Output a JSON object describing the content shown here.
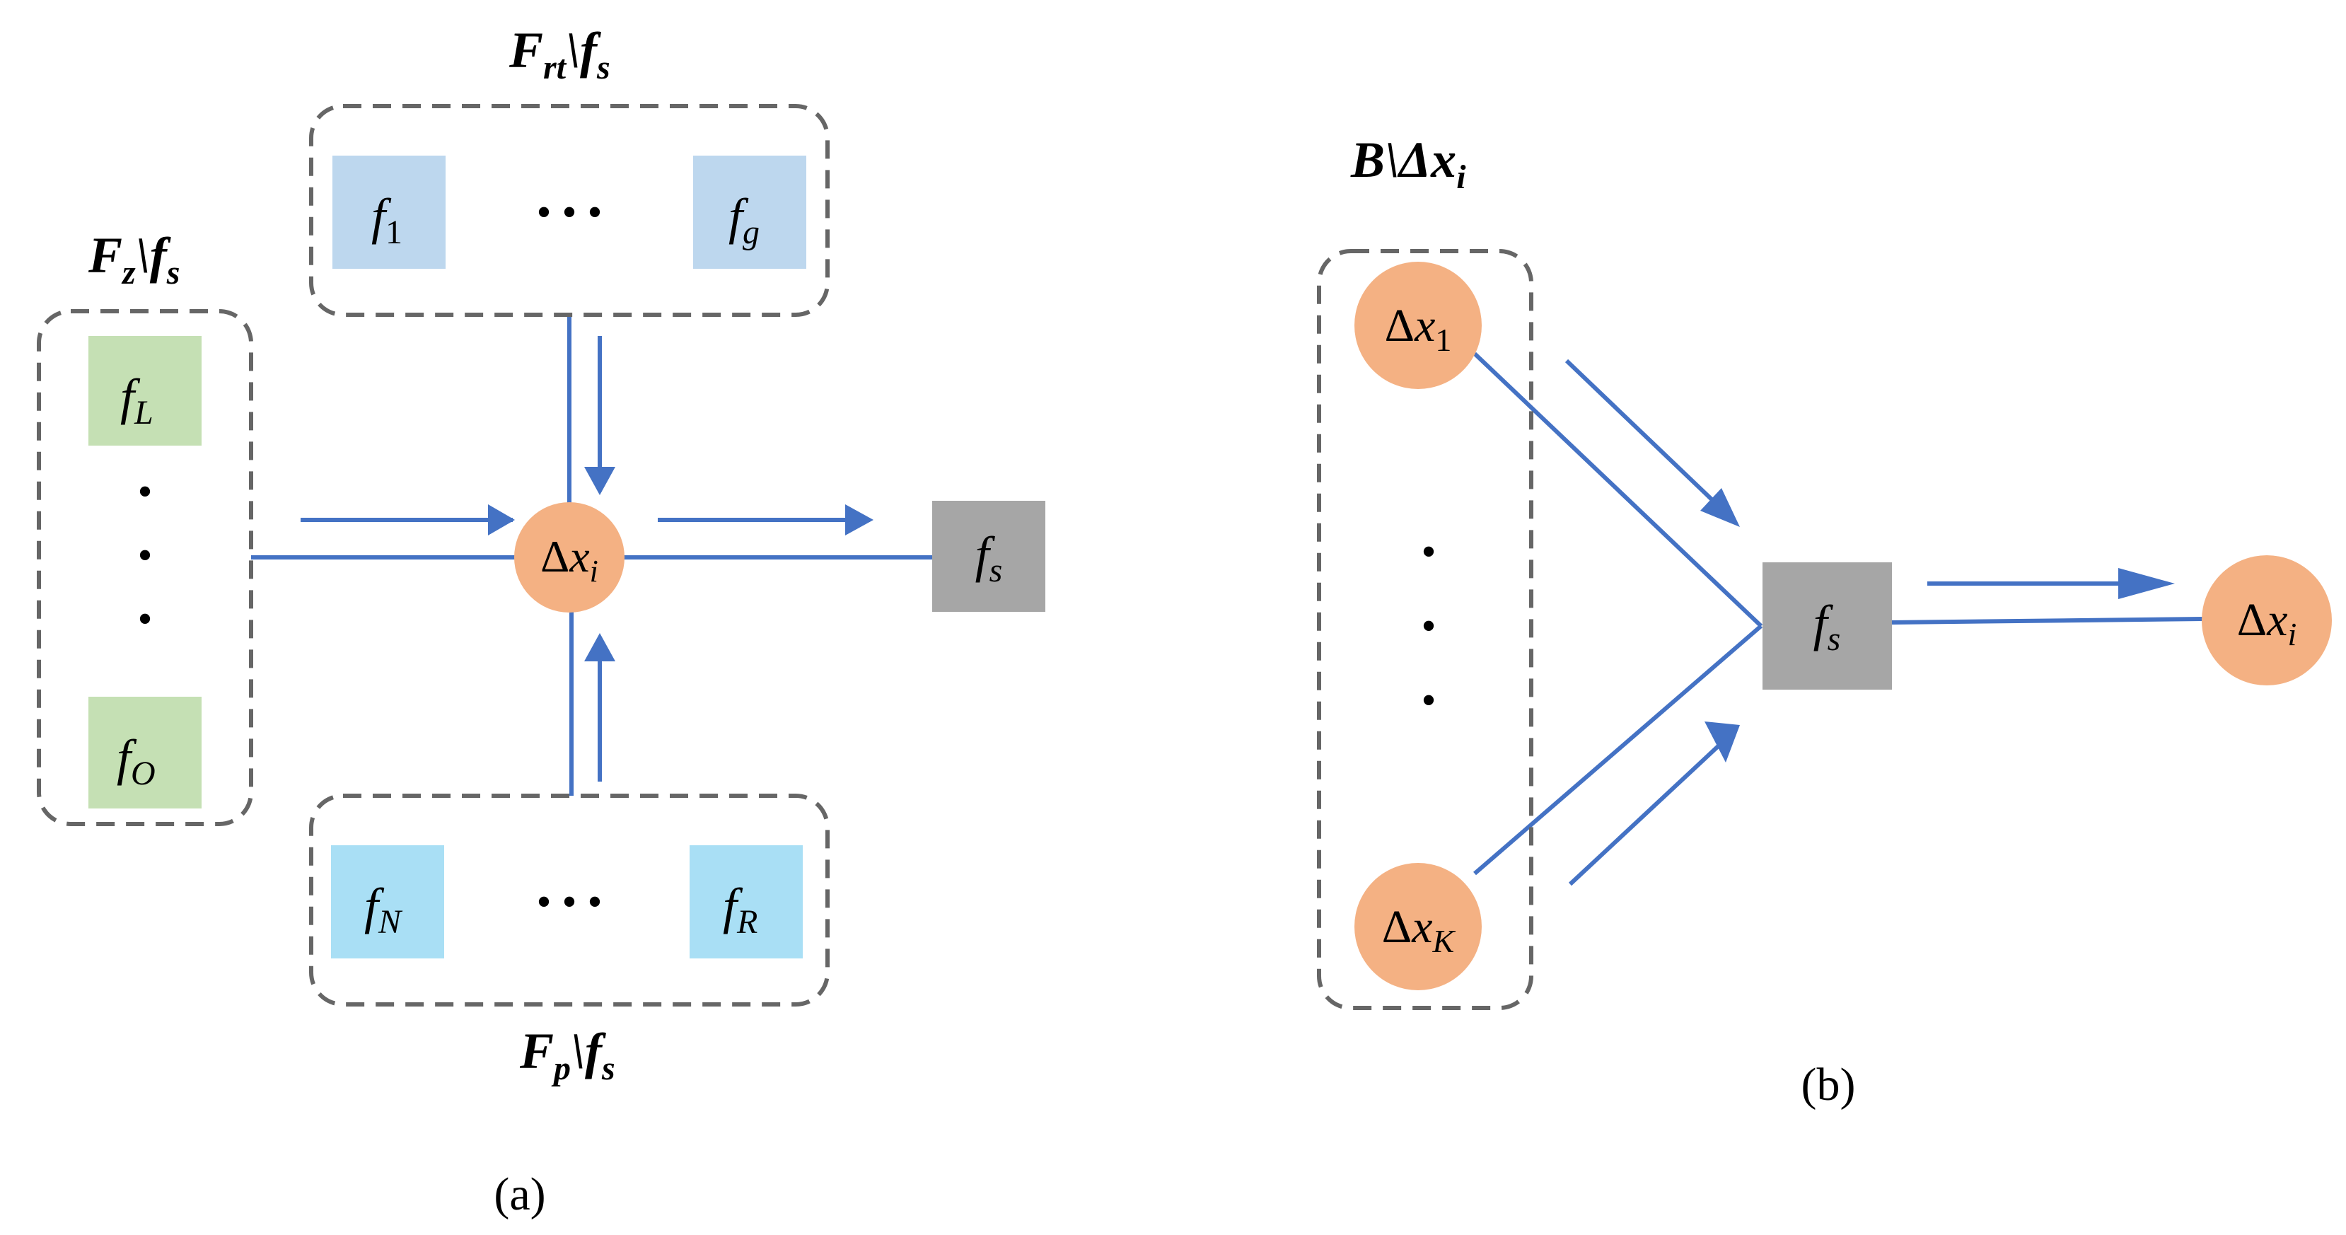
{
  "colors": {
    "edge": "#4472c4",
    "node_dx": "#f4b183",
    "node_fs": "#a6a6a6",
    "group_rt": "#bdd7ee",
    "group_z": "#c5e0b4",
    "group_p": "#a9dff5",
    "dashed_border": "#666666"
  },
  "panel_a": {
    "caption": "(a)",
    "group_rt": {
      "label": {
        "main": "F",
        "sub": "rt",
        "suffix": "\\f",
        "suffix_sub": "s"
      },
      "items": [
        {
          "main": "f",
          "sub": "1"
        },
        {
          "main": "f",
          "sub": "g"
        }
      ],
      "ellipsis": "• • •"
    },
    "group_z": {
      "label": {
        "main": "F",
        "sub": "z",
        "suffix": "\\f",
        "suffix_sub": "s"
      },
      "items": [
        {
          "main": "f",
          "sub": "L"
        },
        {
          "main": "f",
          "sub": "O"
        }
      ],
      "ellipsis": "•"
    },
    "group_p": {
      "label": {
        "main": "F",
        "sub": "p",
        "suffix": "\\f",
        "suffix_sub": "s"
      },
      "items": [
        {
          "main": "f",
          "sub": "N"
        },
        {
          "main": "f",
          "sub": "R"
        }
      ],
      "ellipsis": "• • •"
    },
    "center_node": {
      "delta": "Δ",
      "main": "x",
      "sub": "i"
    },
    "target_node": {
      "main": "f",
      "sub": "s"
    }
  },
  "panel_b": {
    "caption": "(b)",
    "group": {
      "label": {
        "main": "B",
        "suffix": "\\Δx",
        "suffix_sub": "i"
      },
      "items": [
        {
          "delta": "Δ",
          "main": "x",
          "sub": "1"
        },
        {
          "delta": "Δ",
          "main": "x",
          "sub": "K"
        }
      ],
      "ellipsis": "•"
    },
    "factor_node": {
      "main": "f",
      "sub": "s"
    },
    "target_node": {
      "delta": "Δ",
      "main": "x",
      "sub": "i"
    }
  }
}
